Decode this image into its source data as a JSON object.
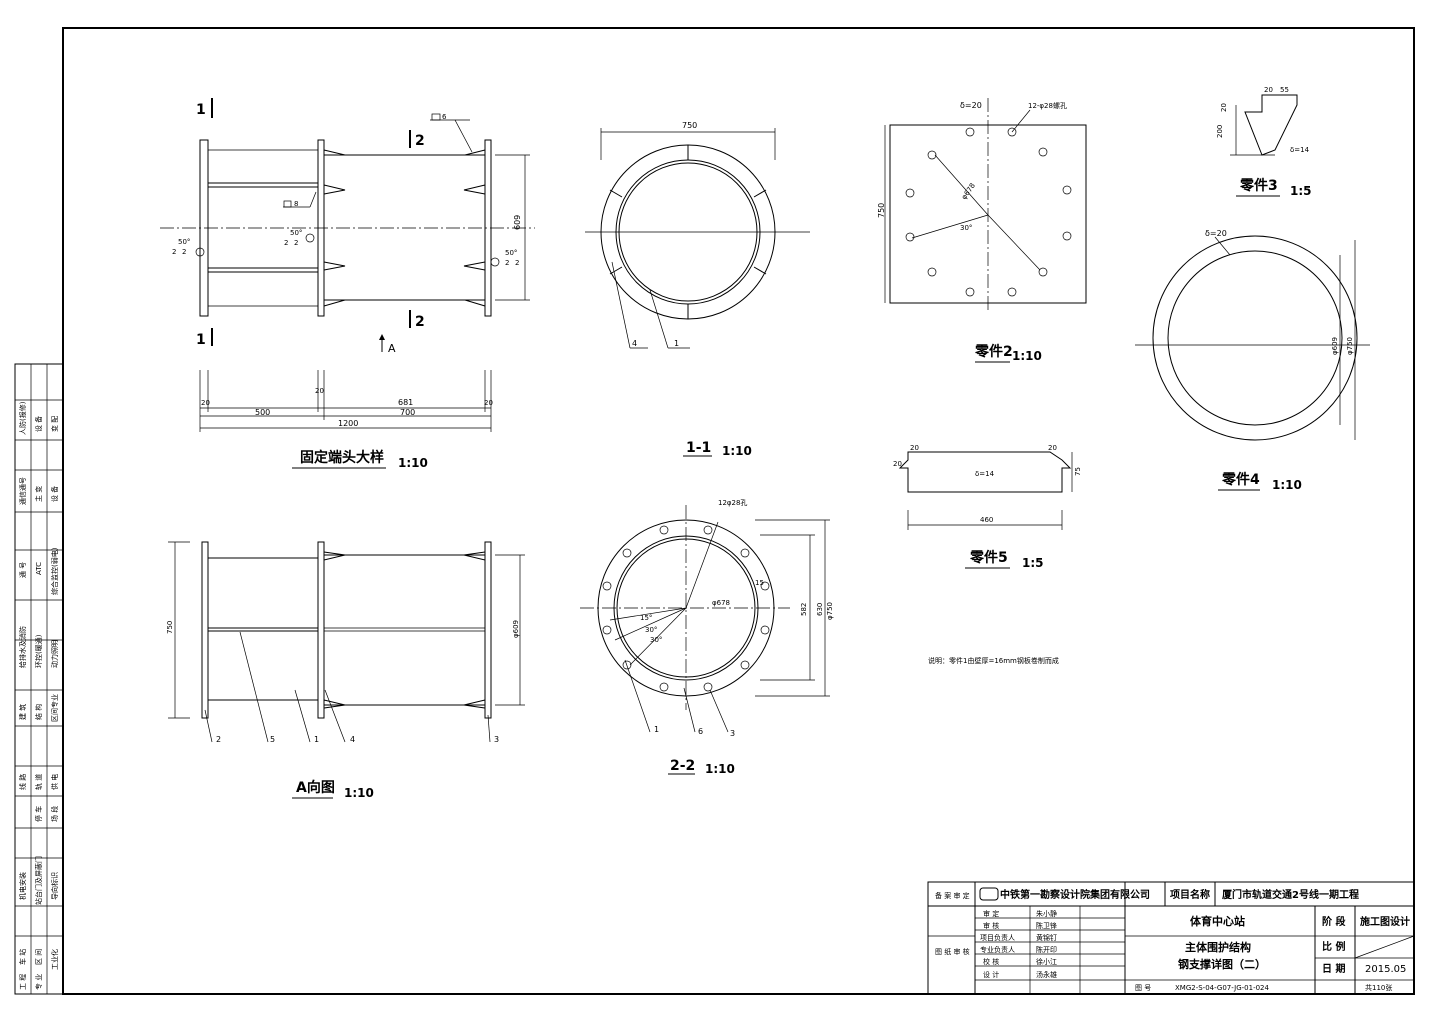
{
  "views": {
    "fixed_end": {
      "title": "固定端头大样",
      "scale": "1:10",
      "sec1": "1",
      "sec2": "2",
      "arrow_a": "A",
      "angle_a": "50°",
      "angle_b": "50°",
      "angle_c": "50°",
      "w1": "2",
      "w2": "2",
      "w3": "2",
      "w4": "2",
      "w5": "2",
      "w6": "2",
      "weld1": "6",
      "weld2": "8",
      "d609": "609",
      "dim_20a": "20",
      "dim_500": "500",
      "dim_20b": "20",
      "dim_681": "681",
      "dim_700": "700",
      "dim_20c": "20",
      "dim_1200": "1200"
    },
    "sec_1_1": {
      "title": "1-1",
      "scale": "1:10",
      "dim_750": "750",
      "c4": "4",
      "c1": "1"
    },
    "part2": {
      "title": "零件2",
      "scale": "1:10",
      "delta": "δ=20",
      "holes": "12-φ28螺孔",
      "d_a": "φ678",
      "ang": "30°",
      "d_b": "750"
    },
    "part3": {
      "title": "零件3",
      "scale": "1:5",
      "d20a": "20",
      "d55": "55",
      "d20b": "20",
      "d200": "200",
      "delta": "δ=14"
    },
    "part4": {
      "title": "零件4",
      "scale": "1:10",
      "delta": "δ=20",
      "d609": "φ609",
      "d750": "φ750"
    },
    "part5": {
      "title": "零件5",
      "scale": "1:5",
      "d20a": "20",
      "d20b": "20",
      "d20c": "20",
      "delta": "δ=14",
      "d75": "75",
      "d460": "460"
    },
    "view_a": {
      "title": "A向图",
      "scale": "1:10",
      "dim_750": "750",
      "d609": "φ609",
      "c2": "2",
      "c5": "5",
      "c1": "1",
      "c4": "4",
      "c3": "3"
    },
    "sec_2_2": {
      "title": "2-2",
      "scale": "1:10",
      "holes": "12φ28孔",
      "d678": "φ678",
      "d15": "15",
      "d582": "582",
      "d630": "630",
      "d750": "φ750",
      "a": "15°",
      "b": "30°",
      "c": "30°",
      "c1": "1",
      "c6": "6",
      "c3": "3"
    },
    "note": "说明：零件1由壁厚=16mm钢板卷制而成"
  },
  "left_strip": {
    "row1": [
      "人防(报修)",
      "设 备",
      "变 配"
    ],
    "row2": [
      "通信通号",
      "主 变",
      "设 备"
    ],
    "row3": [
      "通 号",
      "ATC",
      "综合监控(弱电)"
    ],
    "row4": [
      "给排水及消防",
      "环控(暖通)",
      "动力照明"
    ],
    "row5": [
      "建 筑",
      "结 构",
      "区间专业"
    ],
    "row6": [
      "线 路",
      "轨 道",
      "供 电"
    ],
    "row7": [
      "停 车",
      "场 段"
    ],
    "row8": [
      "机电安装",
      "站台门及屏蔽门",
      "导向标识"
    ],
    "row9": [
      "车 站",
      "区 间",
      "工业化"
    ],
    "row10": [
      "工 程",
      "专 业"
    ]
  },
  "title_block": {
    "approve": "备 案 审 定",
    "org": "中铁第一勘察设计院集团有限公司",
    "project_label": "项目名称",
    "project": "厦门市轨道交通2号线一期工程",
    "sign_label": "图 纸 审 核",
    "roles": [
      "审 定",
      "审 核",
      "项目负责人",
      "专业负责人",
      "校 核",
      "设 计"
    ],
    "names": [
      "朱小静",
      "陈卫锋",
      "黄锦钉",
      "陈开印",
      "徐小江",
      "汤永雄"
    ],
    "station": "体育中心站",
    "drawing1": "主体围护结构",
    "drawing2": "钢支撑详图（二）",
    "phase_label": "阶 段",
    "phase": "施工图设计",
    "scale_label": "比 例",
    "date_label": "日 期",
    "date": "2015.05",
    "no_label": "图 号",
    "no": "XMG2-S-04-G07-JG-01-024",
    "total": "共110张"
  }
}
